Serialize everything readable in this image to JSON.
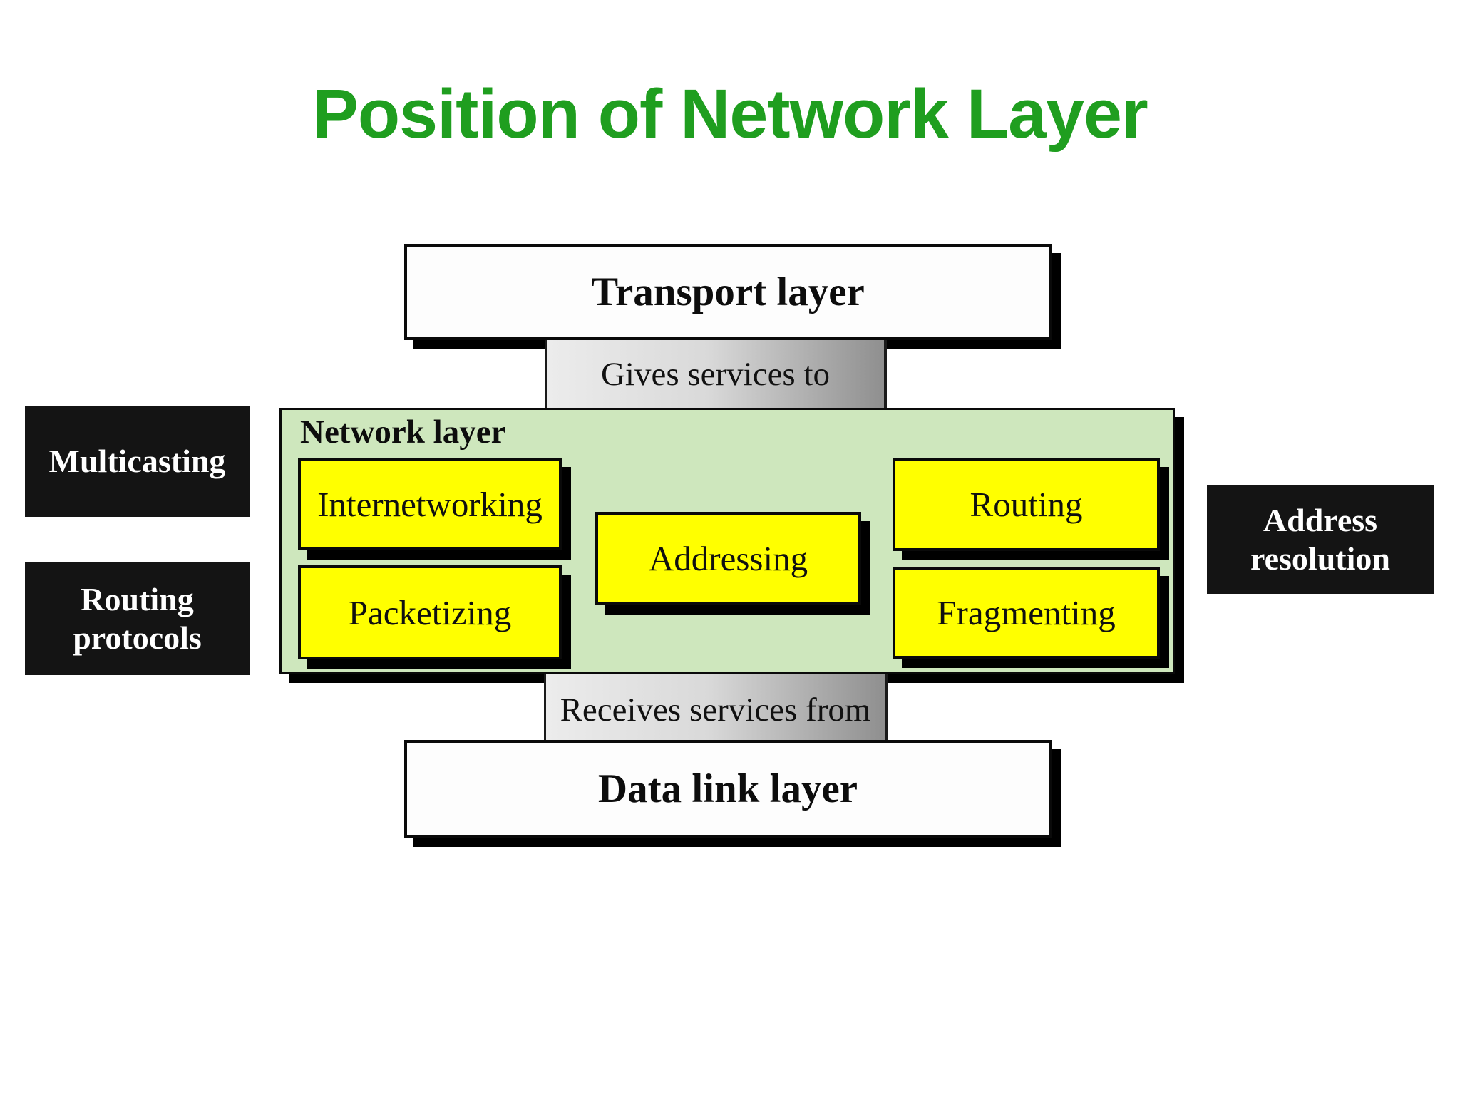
{
  "title": "Position of Network Layer",
  "layers": {
    "transport": "Transport layer",
    "network": "Network layer",
    "data_link": "Data link layer"
  },
  "connectors": {
    "gives": "Gives services to",
    "receives": "Receives services from"
  },
  "network_functions": {
    "internetworking": "Internetworking",
    "packetizing": "Packetizing",
    "addressing": "Addressing",
    "routing": "Routing",
    "fragmenting": "Fragmenting"
  },
  "side_labels": {
    "multicasting": "Multicasting",
    "routing_protocols": "Routing protocols",
    "address_resolution": "Address resolution"
  },
  "colors": {
    "title": "#1f9e1f",
    "network_panel": "#cee7bd",
    "function_box": "#ffff00",
    "side_box": "#141414",
    "connector_light": "#ececec",
    "connector_dark": "#8f8f8f"
  }
}
